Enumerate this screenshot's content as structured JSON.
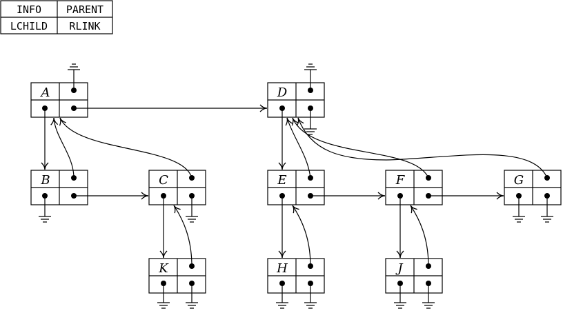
{
  "legend": {
    "info": "INFO",
    "parent": "PARENT",
    "lchild": "LCHILD",
    "rlink": "RLINK"
  },
  "nodes": {
    "A": "A",
    "B": "B",
    "C": "C",
    "K": "K",
    "D": "D",
    "E": "E",
    "F": "F",
    "G": "G",
    "H": "H",
    "J": "J"
  },
  "style": {
    "stroke": "#000000",
    "fill": "#ffffff"
  }
}
